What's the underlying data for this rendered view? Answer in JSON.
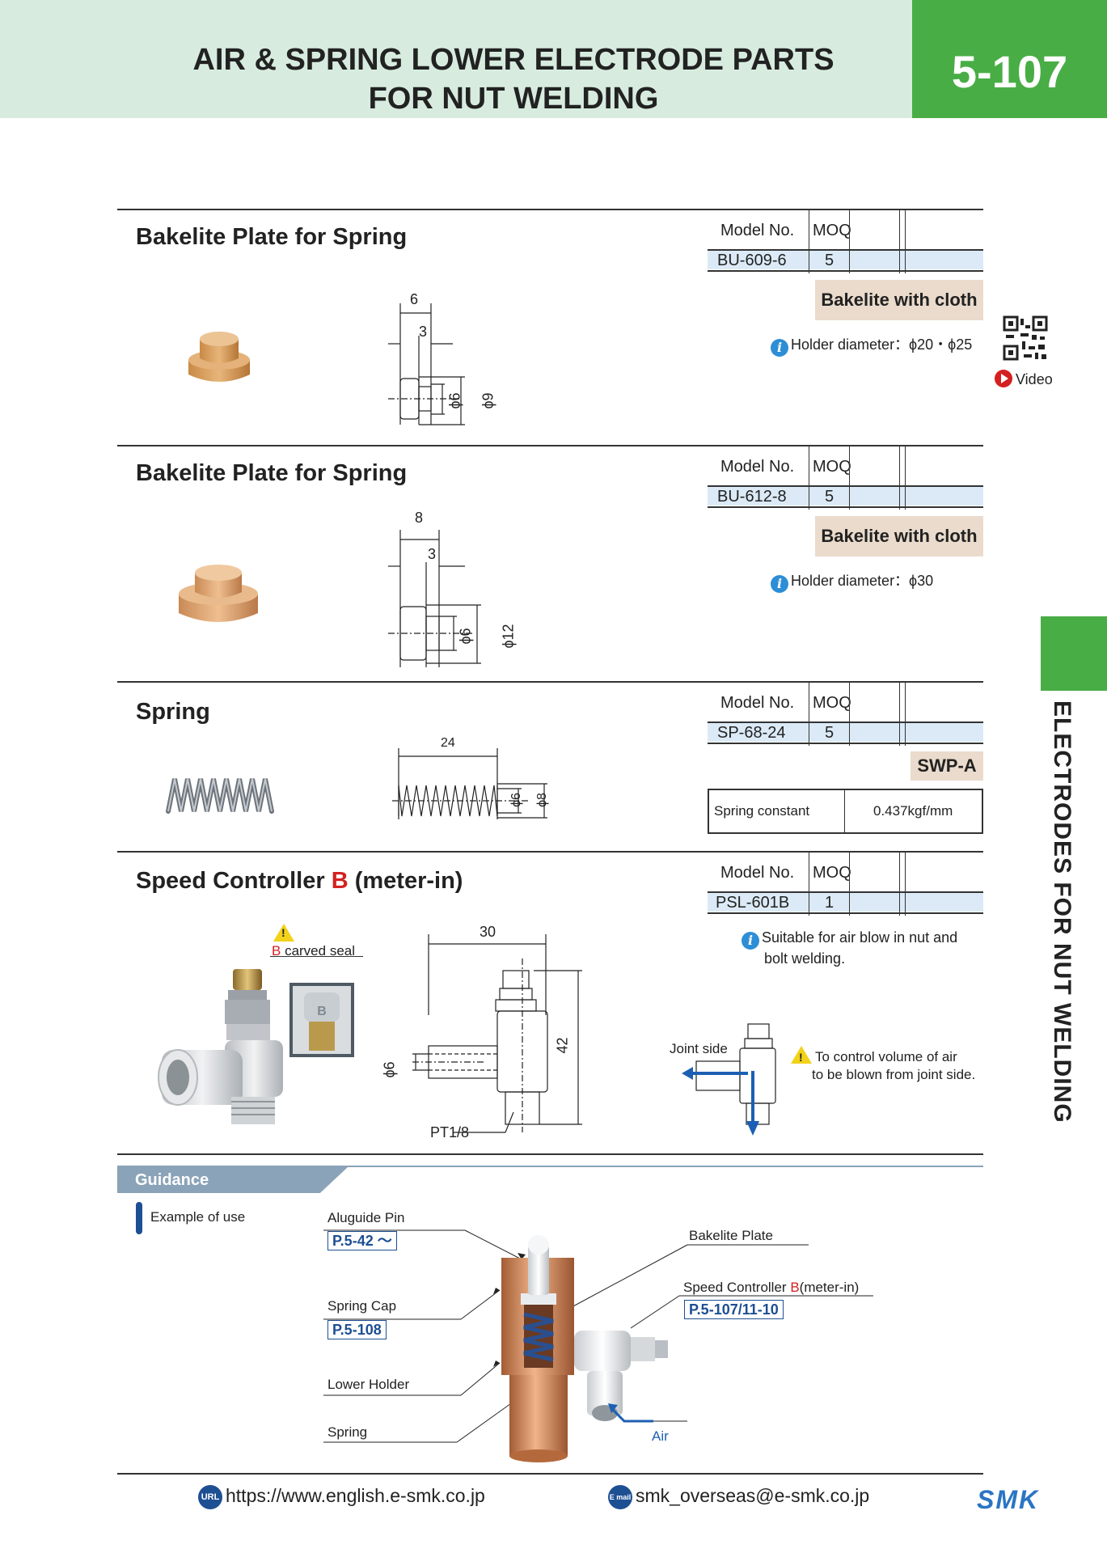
{
  "header": {
    "title_line1": "AIR & SPRING LOWER ELECTRODE PARTS",
    "title_line2": "FOR NUT WELDING",
    "page": "5-107"
  },
  "side_label": "ELECTRODES FOR NUT WELDING",
  "table_headers": {
    "model": "Model No.",
    "moq": "MOQ"
  },
  "sections": [
    {
      "title": "Bakelite Plate for Spring",
      "model": "BU-609-6",
      "moq": "5",
      "badge": "Bakelite with cloth",
      "note": "Holder diameter：ϕ20・ϕ25",
      "dims": {
        "w1": "6",
        "w2": "3",
        "d1": "ϕ6",
        "d2": "ϕ9"
      }
    },
    {
      "title": "Bakelite Plate for Spring",
      "model": "BU-612-8",
      "moq": "5",
      "badge": "Bakelite with cloth",
      "note": "Holder diameter：ϕ30",
      "dims": {
        "w1": "8",
        "w2": "3",
        "d1": "ϕ6",
        "d2": "ϕ12"
      }
    },
    {
      "title": "Spring",
      "model": "SP-68-24",
      "moq": "5",
      "badge": "SWP-A",
      "spec_label": "Spring constant",
      "spec_value": "0.437kgf/mm",
      "dims": {
        "len": "24",
        "d1": "ϕ6",
        "d2": "ϕ8"
      }
    },
    {
      "title_pre": "Speed Controller ",
      "title_b": "B",
      "title_post": " (meter-in)",
      "model": "PSL-601B",
      "moq": "1",
      "note_line1": "Suitable for air blow in nut and",
      "note_line2": "bolt welding.",
      "seal_b": "B",
      "seal_label": " carved seal",
      "dims": {
        "w": "30",
        "h": "42",
        "d": "ϕ6",
        "thread": "PT1/8"
      },
      "joint_side": "Joint side",
      "warn_line1": "To control volume of air",
      "warn_line2": "to be blown from joint side."
    }
  ],
  "video": {
    "label": "Video"
  },
  "guidance": {
    "title": "Guidance",
    "example": "Example of use",
    "aluguide_pin": "Aluguide Pin",
    "aluguide_ref": "P.5-42 ～",
    "spring_cap": "Spring Cap",
    "spring_cap_ref": "P.5-108",
    "lower_holder": "Lower Holder",
    "spring": "Spring",
    "bakelite_plate": "Bakelite Plate",
    "speed_controller_pre": "Speed Controller ",
    "speed_controller_b": "B",
    "speed_controller_post": "(meter-in)",
    "speed_controller_ref": "P.5-107/11-10",
    "air": "Air"
  },
  "footer": {
    "url_icon": "URL",
    "url": "https://www.english.e-smk.co.jp",
    "mail_icon": "E mail",
    "email": "smk_overseas@e-smk.co.jp",
    "logo": "SMK"
  },
  "colors": {
    "green": "#49ad46",
    "header_bg": "#d7ecdf",
    "red": "#d42020",
    "blue_ref": "#1d4f93"
  }
}
